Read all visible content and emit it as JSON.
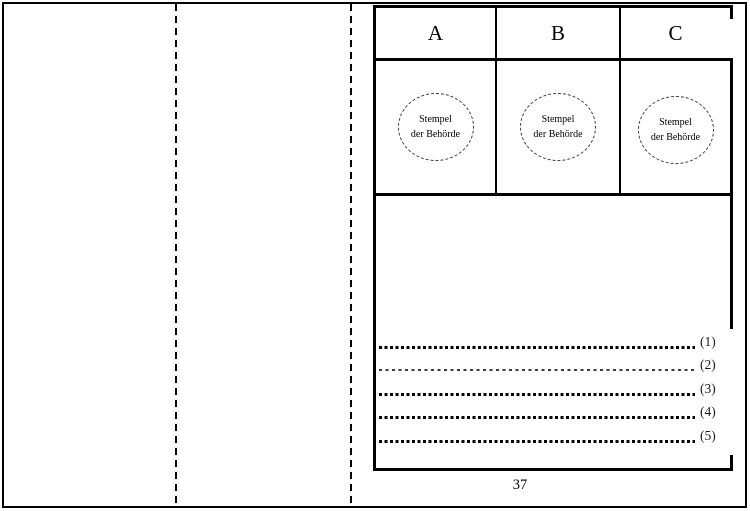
{
  "table": {
    "columns": [
      {
        "label": "A",
        "stamp": {
          "line1": "Stempel",
          "line2": "der Behörde"
        }
      },
      {
        "label": "B",
        "stamp": {
          "line1": "Stempel",
          "line2": "der Behörde"
        }
      },
      {
        "label": "C",
        "stamp": {
          "line1": "Stempel",
          "line2": "der Behörde"
        }
      }
    ]
  },
  "notes": {
    "lines": [
      {
        "label": "(1)",
        "weight": "thick"
      },
      {
        "label": "(2)",
        "weight": "thin"
      },
      {
        "label": "(3)",
        "weight": "thick"
      },
      {
        "label": "(4)",
        "weight": "thick"
      },
      {
        "label": "(5)",
        "weight": "thick"
      }
    ]
  },
  "page_number": "37",
  "colors": {
    "ink": "#000000",
    "paper": "#ffffff"
  }
}
